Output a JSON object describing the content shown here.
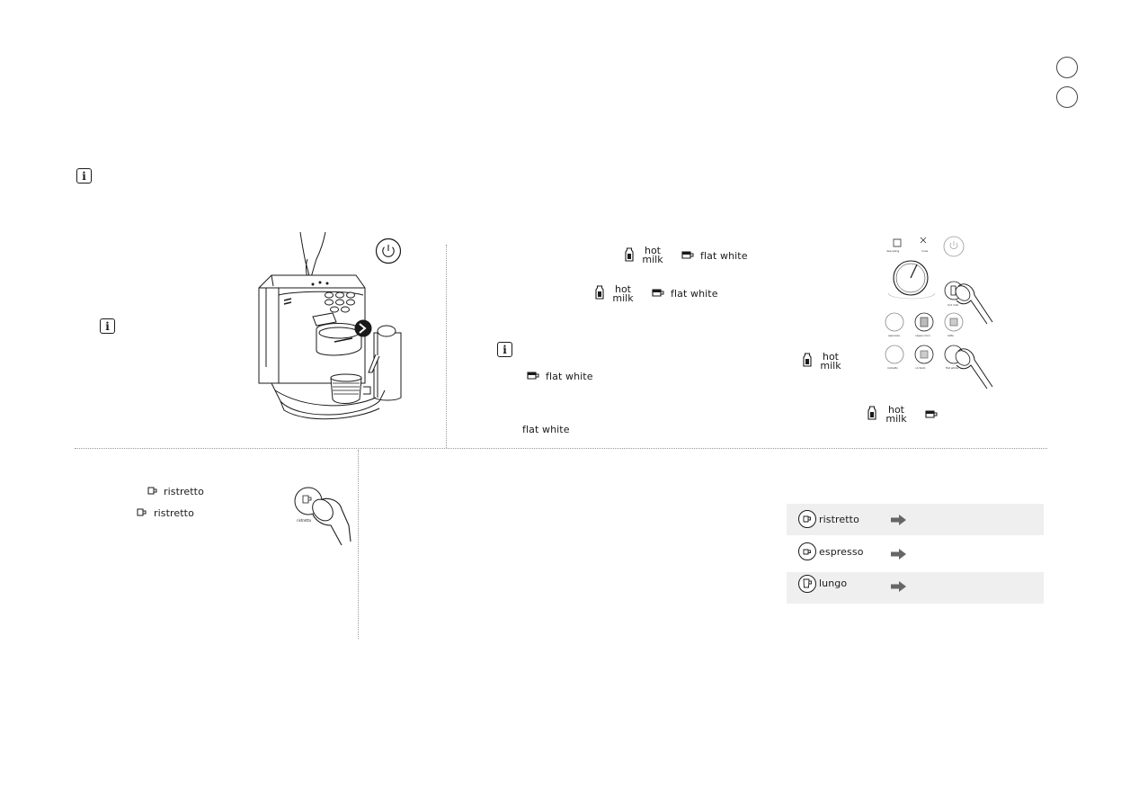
{
  "left_panel": {
    "info_icon": "info-icon",
    "power_icon": "power-icon"
  },
  "middle_panel": {
    "line1": {
      "item1_hot": "hot",
      "item1_milk": "milk",
      "item2": "flat white"
    },
    "line2": {
      "item1_hot": "hot",
      "item1_milk": "milk",
      "item2": "flat white"
    },
    "line3": {
      "item": "flat white"
    },
    "line4": {
      "item": "flat white"
    },
    "side_hot": "hot",
    "side_milk": "milk",
    "bottom_hot": "hot",
    "bottom_milk": "milk"
  },
  "bottom_left": {
    "line1": "ristretto",
    "line2": "ristretto",
    "button_caption": "ristretto"
  },
  "recipe_table": {
    "rows": [
      {
        "label": "ristretto",
        "icon": "ristretto-cup-icon"
      },
      {
        "label": "espresso",
        "icon": "espresso-cup-icon"
      },
      {
        "label": "lungo",
        "icon": "lungo-cup-icon"
      }
    ],
    "row_shading": [
      "#efefef",
      "#ffffff",
      "#efefef"
    ]
  },
  "control_panel": {
    "labels": [
      "descaling",
      "rinse",
      "hot milk",
      "espresso",
      "cappuccino",
      "latte macchiato",
      "ristretto",
      "latte cortado",
      "flat white"
    ]
  }
}
